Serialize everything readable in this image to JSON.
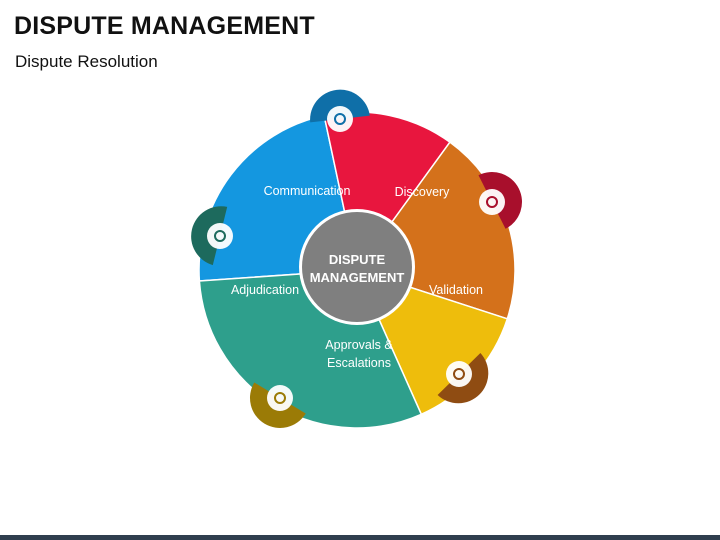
{
  "header": {
    "title": "DISPUTE MANAGEMENT",
    "subtitle": "Dispute Resolution"
  },
  "center": {
    "line1": "DISPUTE",
    "line2": "MANAGEMENT",
    "color": "#7f7f7f"
  },
  "segments": [
    {
      "label_lines": [
        "Communication"
      ],
      "color": "#1497e0",
      "icon_color": "#0f6fa8",
      "icon": "meeting-icon"
    },
    {
      "label_lines": [
        "Discovery"
      ],
      "color": "#e8163e",
      "icon_color": "#a80f2c",
      "icon": "lightbulb-icon"
    },
    {
      "label_lines": [
        "Validation"
      ],
      "color": "#d4711b",
      "icon_color": "#8f4c12",
      "icon": "badge-check-icon"
    },
    {
      "label_lines": [
        "Approvals &",
        "Escalations"
      ],
      "color": "#eebd0c",
      "icon_color": "#9b7b06",
      "icon": "workflow-icon"
    },
    {
      "label_lines": [
        "Adjudication"
      ],
      "color": "#2e9f8c",
      "icon_color": "#1d6a5d",
      "icon": "handshake-icon"
    }
  ]
}
